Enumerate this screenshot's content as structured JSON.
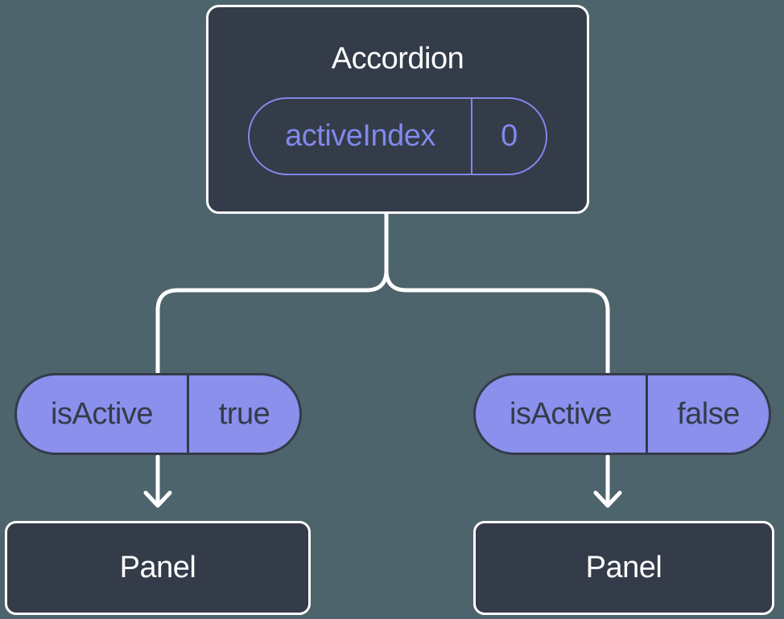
{
  "colors": {
    "background": "#4e646c",
    "node_fill": "#343b49",
    "node_border": "#ffffff",
    "accent_purple": "#8089ea",
    "state_pill_fill": "#8a90ec",
    "state_pill_text": "#343b49",
    "connector": "#ffffff"
  },
  "diagram": {
    "root": {
      "title": "Accordion",
      "prop": {
        "name": "activeIndex",
        "value": "0"
      }
    },
    "branches": [
      {
        "state": {
          "name": "isActive",
          "value": "true"
        },
        "child": {
          "title": "Panel"
        }
      },
      {
        "state": {
          "name": "isActive",
          "value": "false"
        },
        "child": {
          "title": "Panel"
        }
      }
    ]
  }
}
